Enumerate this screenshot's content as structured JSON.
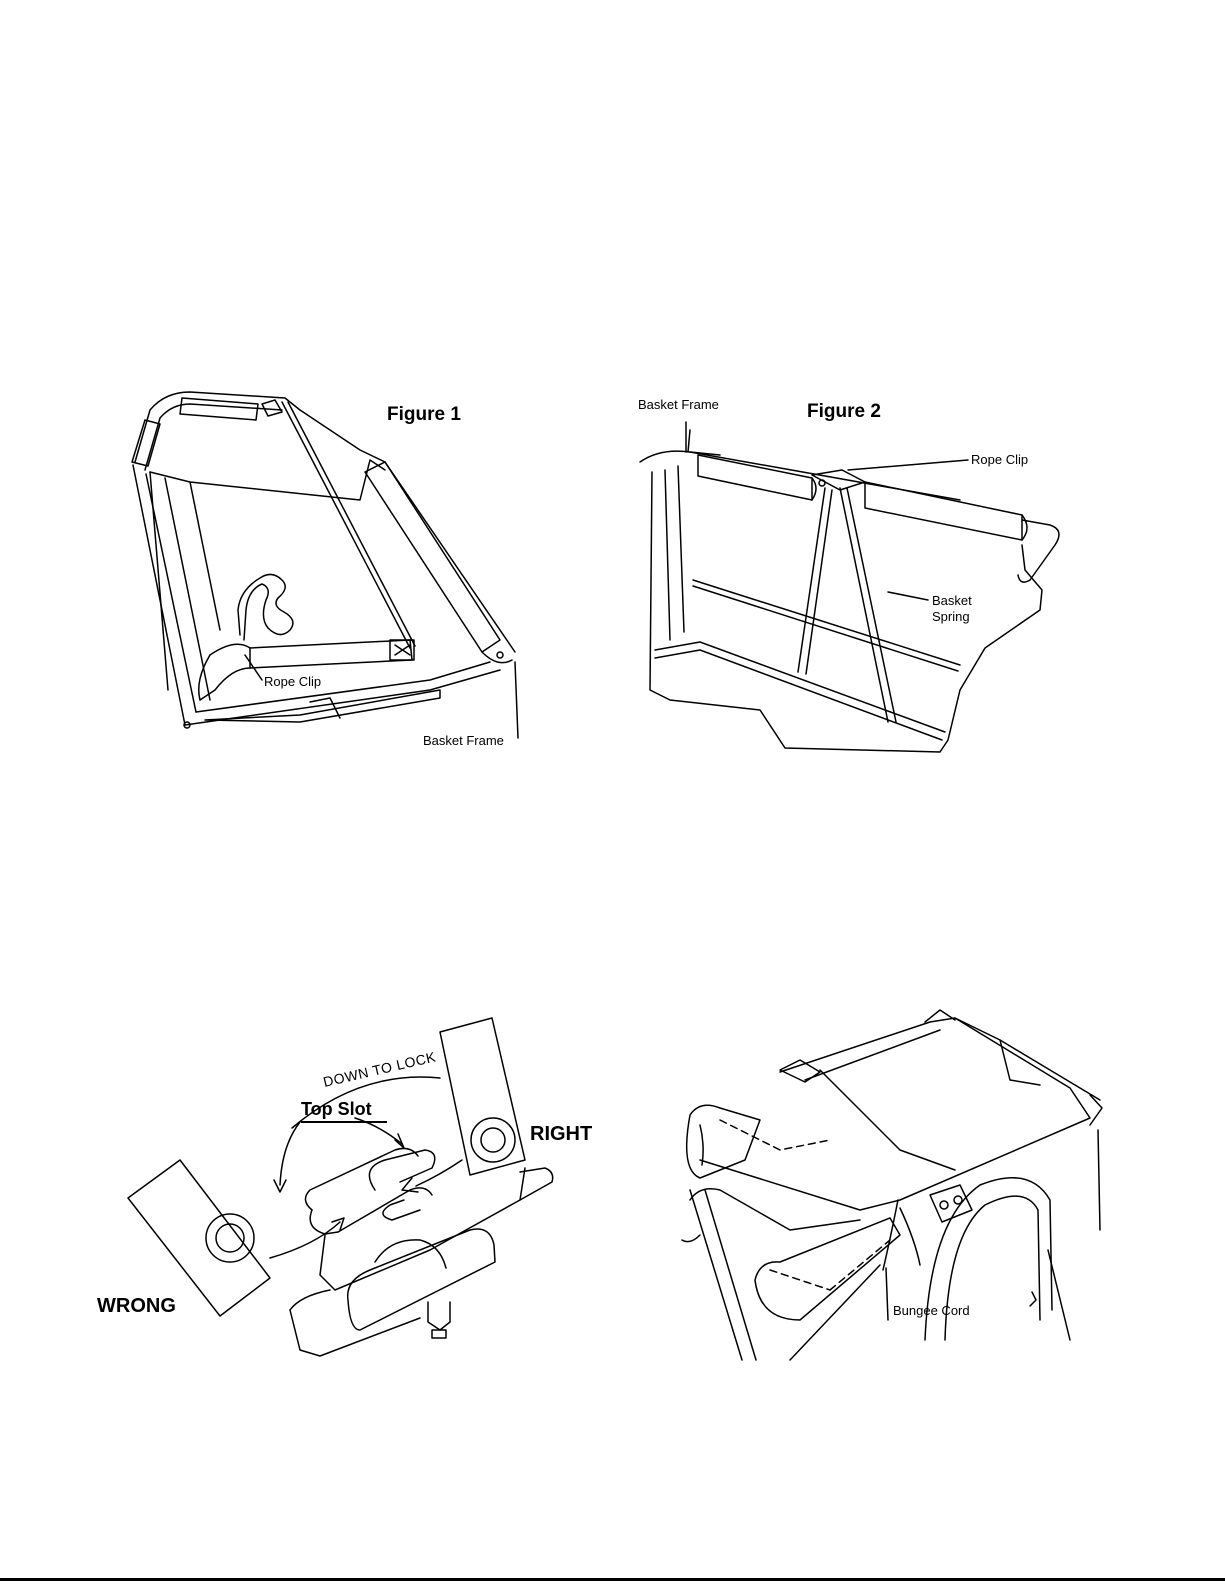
{
  "figure1": {
    "title": "Figure 1",
    "rope_clip_label": "Rope Clip",
    "basket_frame_label": "Basket Frame"
  },
  "figure2": {
    "title": "Figure 2",
    "basket_frame_label": "Basket Frame",
    "rope_clip_label": "Rope Clip",
    "basket_spring_label_line1": "Basket",
    "basket_spring_label_line2": "Spring"
  },
  "figure3": {
    "down_to_lock_label": "DOWN TO LOCK",
    "top_slot_label": "Top Slot",
    "right_label": "RIGHT",
    "wrong_label": "WRONG"
  },
  "figure4": {
    "bungee_cord_label": "Bungee Cord"
  }
}
